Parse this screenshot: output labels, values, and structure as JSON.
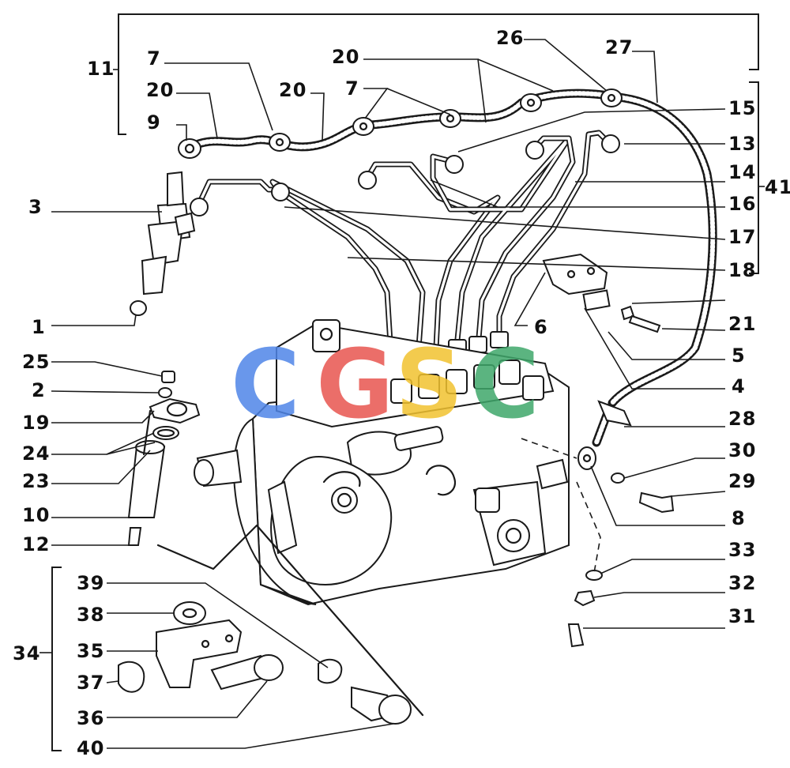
{
  "callouts": {
    "c1": "1",
    "c2": "2",
    "c3": "3",
    "c4": "4",
    "c5": "5",
    "c6": "6",
    "c7a": "7",
    "c7b": "7",
    "c8": "8",
    "c9": "9",
    "c10": "10",
    "c11": "11",
    "c12": "12",
    "c13": "13",
    "c14": "14",
    "c15": "15",
    "c16": "16",
    "c17": "17",
    "c18": "18",
    "c19": "19",
    "c20a": "20",
    "c20b": "20",
    "c20c": "20",
    "c21": "21",
    "c23": "23",
    "c24": "24",
    "c25": "25",
    "c26": "26",
    "c27": "27",
    "c28": "28",
    "c29": "29",
    "c30": "30",
    "c31": "31",
    "c32": "32",
    "c33": "33",
    "c34": "34",
    "c35": "35",
    "c36": "36",
    "c37": "37",
    "c38": "38",
    "c39": "39",
    "c40": "40",
    "c41": "41"
  },
  "watermark": {
    "letters": [
      "C",
      "G",
      "S",
      "C"
    ],
    "colors": [
      "#4f86e8",
      "#e8554f",
      "#f2c230",
      "#3fa86b"
    ]
  },
  "colors": {
    "ink": "#1a1a1a",
    "paper": "#ffffff"
  }
}
